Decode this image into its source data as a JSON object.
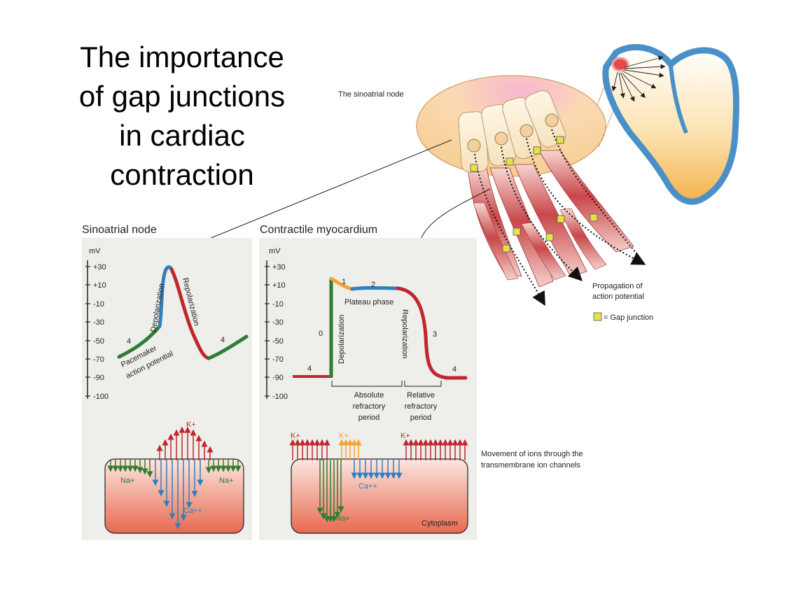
{
  "slide": {
    "title_lines": [
      "The importance",
      "of gap junctions",
      "in cardiac",
      "contraction"
    ]
  },
  "top": {
    "sa_node_label": "The sinoatrial node",
    "propagation_label": [
      "Propagation of",
      "action potential"
    ],
    "gap_junction_legend": "= Gap junction"
  },
  "sa_panel": {
    "heading": "Sinoatrial node",
    "unit": "mV",
    "ticks": [
      "+30",
      "+10",
      "-10",
      "-30",
      "-50",
      "-70",
      "-90",
      "-100"
    ],
    "depolarization": "Depolarization",
    "repolarization": "Repolarization",
    "phase_left": "4",
    "phase_right": "4",
    "pacemaker_lines": [
      "Pacemaker",
      "action potential"
    ],
    "ion_k": "K+",
    "ion_na_left": "Na+",
    "ion_na_right": "Na+",
    "ion_ca": "Ca++"
  },
  "cm_panel": {
    "heading": "Contractile myocardium",
    "unit": "mV",
    "ticks": [
      "+30",
      "+10",
      "-10",
      "-30",
      "-50",
      "-70",
      "-90",
      "-100"
    ],
    "phase0": "0",
    "phase1": "1",
    "phase2": "2",
    "phase3": "3",
    "phase4_left": "4",
    "phase4_right": "4",
    "plateau": "Plateau phase",
    "depolarization": "Depolarization",
    "repolarization": "Repolarization",
    "absolute_lines": [
      "Absolute",
      "refractory",
      "period"
    ],
    "relative_lines": [
      "Relative",
      "refractory",
      "period"
    ],
    "ion_k1": "K+",
    "ion_k2": "K+",
    "ion_k3": "K+",
    "ion_ca": "Ca++",
    "ion_na": "Na+",
    "cytoplasm": "Cytoplasm"
  },
  "ion_note": [
    "Movement of ions through the",
    "transmembrane ion channels"
  ],
  "colors": {
    "red": "#c0272d",
    "green": "#2e7d32",
    "blue": "#2f7fc1",
    "orange": "#f2a533",
    "panel_bg": "#eeeeea",
    "gap_junction": "#e6e04a"
  }
}
